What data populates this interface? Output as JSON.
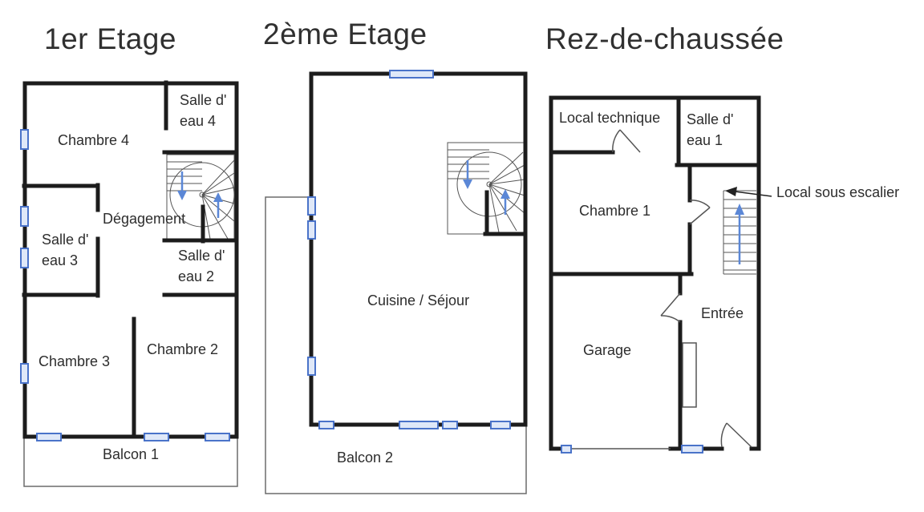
{
  "plans": {
    "etage1": {
      "title": "1er Etage",
      "rooms": {
        "chambre4": "Chambre 4",
        "salle_eau_4": "Salle d'\neau 4",
        "degagement": "Dégagement",
        "salle_eau_3": "Salle d'\neau 3",
        "salle_eau_2": "Salle d'\neau 2",
        "chambre3": "Chambre 3",
        "chambre2": "Chambre 2",
        "balcon1": "Balcon 1"
      }
    },
    "etage2": {
      "title": "2ème Etage",
      "rooms": {
        "cuisine_sejour": "Cuisine / Séjour",
        "balcon2": "Balcon 2"
      }
    },
    "rdc": {
      "title": "Rez-de-chaussée",
      "rooms": {
        "local_technique": "Local technique",
        "salle_eau_1": "Salle d'\neau 1",
        "chambre1": "Chambre 1",
        "entree": "Entrée",
        "garage": "Garage"
      },
      "annotation": "Local sous escalier"
    }
  },
  "colors": {
    "wall": "#1c1c1c",
    "thin_line": "#555555",
    "balcony_line": "#6b6b6b",
    "window_stroke": "#4a73c9",
    "window_fill": "#dfe8f8",
    "stair_arrow": "#5b87d6",
    "text": "#2d2d2d"
  }
}
